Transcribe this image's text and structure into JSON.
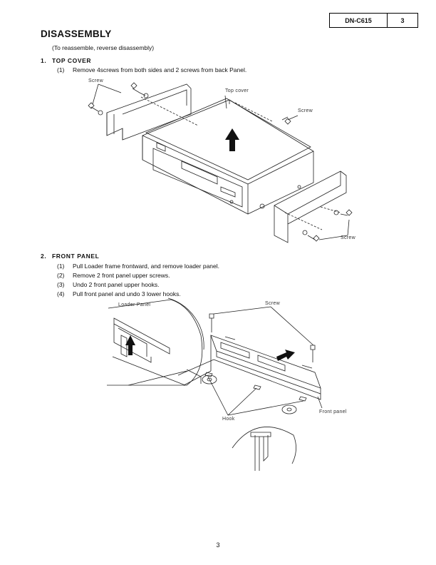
{
  "header": {
    "model": "DN-C615",
    "page": "3"
  },
  "title": "DISASSEMBLY",
  "note": "(To reassemble, reverse disassembly)",
  "sections": [
    {
      "number": "1.",
      "title": "TOP COVER",
      "steps": [
        {
          "n": "(1)",
          "text": "Remove 4screws from both sides and 2 screws from back Panel."
        }
      ],
      "labels": {
        "screw_top_left": "Screw",
        "top_cover": "Top cover",
        "screw_right": "Screw",
        "screw_bottom_right": "Screw"
      }
    },
    {
      "number": "2.",
      "title": "FRONT PANEL",
      "steps": [
        {
          "n": "(1)",
          "text": "Pull Loader frame frontward, and remove loader panel."
        },
        {
          "n": "(2)",
          "text": "Remove 2 front panel upper screws."
        },
        {
          "n": "(3)",
          "text": "Undo 2 front panel upper hooks."
        },
        {
          "n": "(4)",
          "text": "Pull front panel and undo 3 lower hooks."
        }
      ],
      "labels": {
        "loader_panel": "Loader Panel",
        "screw": "Screw",
        "front_panel": "Front panel",
        "hook": "Hook"
      }
    }
  ],
  "page_number": "3"
}
